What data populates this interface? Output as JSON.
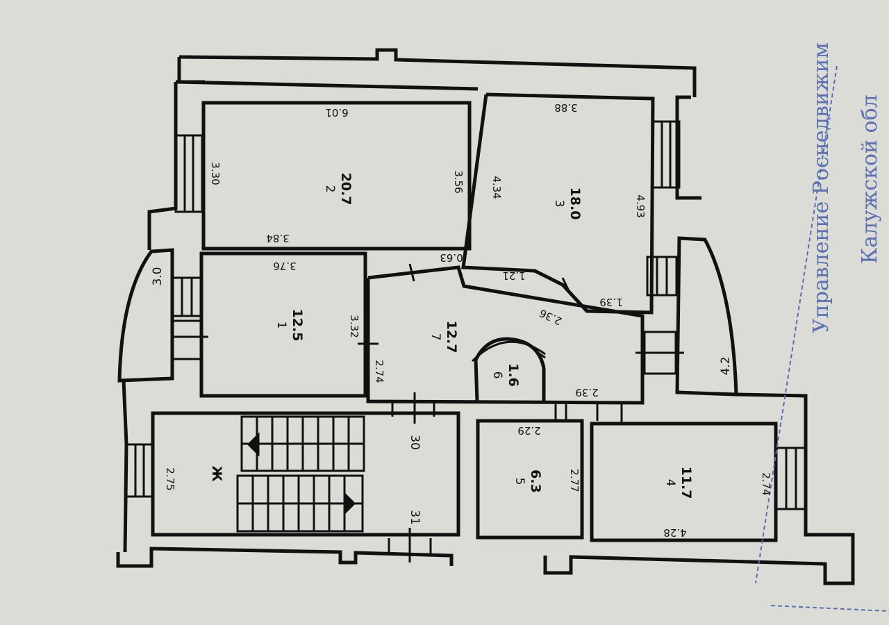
{
  "rooms": [
    {
      "number": "1",
      "area": "12.5"
    },
    {
      "number": "2",
      "area": "20.7"
    },
    {
      "number": "3",
      "area": "18.0"
    },
    {
      "number": "4",
      "area": "11.7"
    },
    {
      "number": "5",
      "area": "6.3"
    },
    {
      "number": "6",
      "area": "1.6"
    },
    {
      "number": "7",
      "area": "12.7"
    }
  ],
  "stair_label": "Ж",
  "dimensions": {
    "r2_top": "6.01",
    "r2_left": "3.30",
    "r2_right": "3.56",
    "r2_bottom": "3.84",
    "r3_top": "3.88",
    "r3_left": "4.34",
    "r3_right": "4.93",
    "r1_top": "3.76",
    "r1_right": "3.32",
    "hall_063": "0.63",
    "hall_121": "1.21",
    "hall_236": "2.36",
    "hall_139": "1.39",
    "hall_274": "2.74",
    "hall_239": "2.39",
    "balcony_left": "3.0",
    "balcony_right": "4.2",
    "r5_top": "2.29",
    "r5_right": "2.77",
    "r4_left": "2.74",
    "r4_bottom": "4.28",
    "stair_left": "2.75",
    "stair_30": "30",
    "stair_31": "31"
  },
  "stamp": {
    "line1": "Управление Роснедвижим",
    "line2": "Калужской обл"
  },
  "colors": {
    "paper": "#dcdcd6",
    "line": "#111111",
    "stamp": "#5a6fb3"
  }
}
